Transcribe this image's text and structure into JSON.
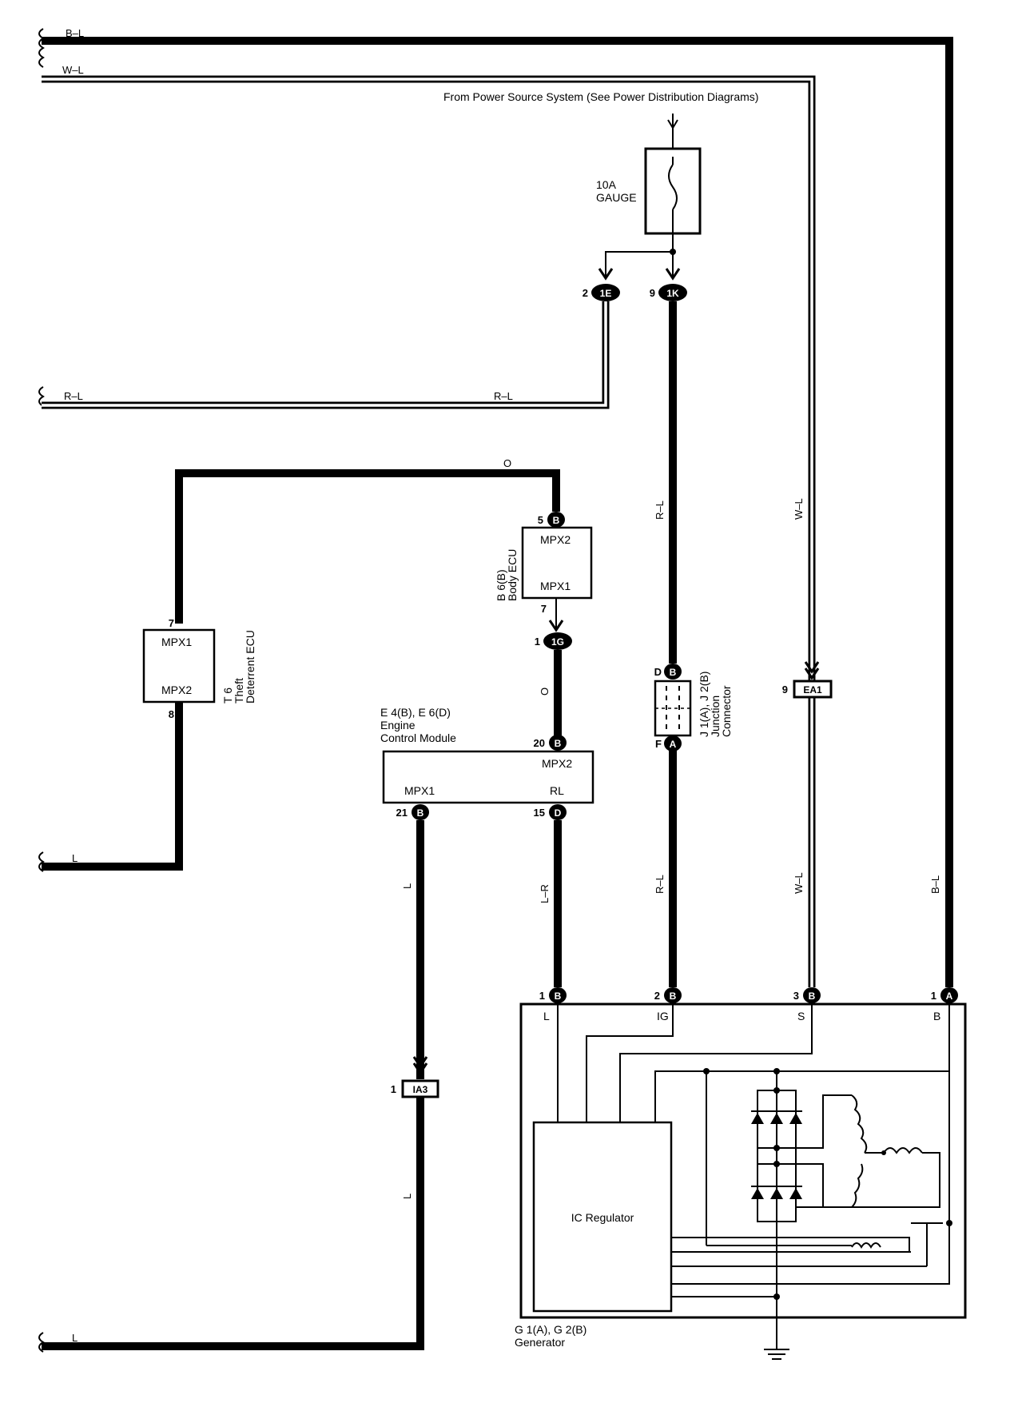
{
  "header": {
    "power_source_note": "From Power Source System (See Power Distribution Diagrams)"
  },
  "fuse": {
    "rating": "10A",
    "name": "GAUGE"
  },
  "wires": {
    "b_l": "B–L",
    "w_l": "W–L",
    "r_l": "R–L",
    "o": "O",
    "l": "L",
    "l_r": "L–R"
  },
  "connectors": {
    "c1e": {
      "pin": "2",
      "id": "1E"
    },
    "c1k": {
      "pin": "9",
      "id": "1K"
    },
    "c1g": {
      "pin": "1",
      "id": "1G"
    },
    "ea1": {
      "pin": "9",
      "id": "EA1"
    },
    "ia3": {
      "pin": "1",
      "id": "IA3"
    },
    "b_letter": "B",
    "a_letter": "A",
    "d_letter": "D",
    "f_letter": "F"
  },
  "body_ecu": {
    "code": "B 6(B)",
    "name": "Body ECU",
    "top_terminal": "MPX2",
    "bottom_terminal": "MPX1",
    "top_pin": "5",
    "bottom_pin": "7"
  },
  "theft_ecu": {
    "code": "T 6",
    "name_line1": "Theft",
    "name_line2": "Deterrent ECU",
    "top_terminal": "MPX1",
    "bottom_terminal": "MPX2",
    "top_pin": "7",
    "bottom_pin": "8"
  },
  "ecm": {
    "code": "E 4(B), E 6(D)",
    "name_line1": "Engine",
    "name_line2": "Control Module",
    "mpx2": "MPX2",
    "mpx1": "MPX1",
    "rl": "RL",
    "pin_mpx2": "20",
    "pin_mpx1": "21",
    "pin_rl": "15"
  },
  "junction": {
    "code": "J 1(A), J 2(B)",
    "name_line1": "Junction",
    "name_line2": "Connector",
    "pin_d": "D",
    "pin_f": "F"
  },
  "generator": {
    "code": "G 1(A), G 2(B)",
    "name": "Generator",
    "regulator": "IC Regulator",
    "terminal_l": "L",
    "terminal_ig": "IG",
    "terminal_s": "S",
    "terminal_b": "B",
    "pin_l": "1",
    "pin_ig": "2",
    "pin_s": "3",
    "pin_b": "1"
  }
}
